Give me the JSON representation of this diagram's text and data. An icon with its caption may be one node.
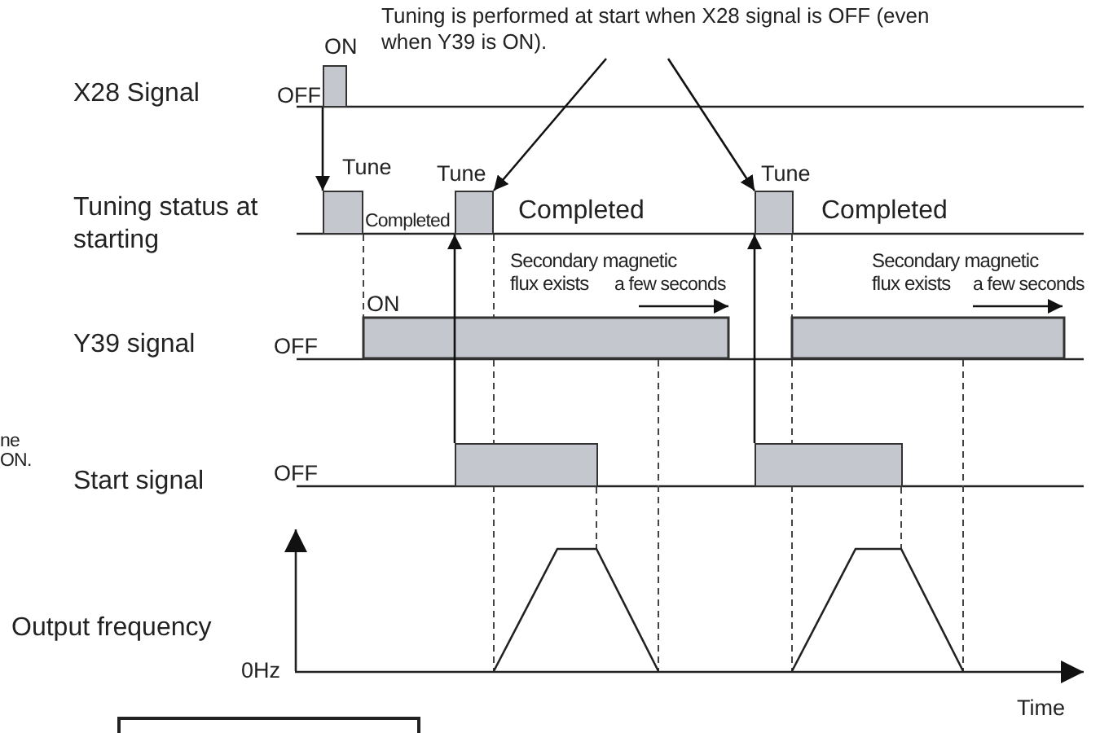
{
  "diagram": {
    "nodes": [
      {
        "text": [
          "Tuning is performed at start when X28 signal is OFF (even when Y39 is ON)."
        ]
      },
      {
        "text": [],
        "shape": "bar",
        "beside": [
          "ON"
        ]
      },
      {
        "text": [],
        "shape": "bar",
        "beside": [
          "Tune"
        ]
      },
      {
        "text": [],
        "shape": "bar",
        "beside": [
          "Tune"
        ]
      },
      {
        "text": [],
        "shape": "bar",
        "beside": [
          "Tune"
        ]
      },
      {
        "text": [],
        "shape": "bar"
      },
      {
        "text": [],
        "shape": "bar"
      }
    ],
    "edges": [
      {
        "from": 1,
        "to": 2,
        "arrow": "to"
      },
      {
        "from": 5,
        "to": 3,
        "arrow": "to"
      },
      {
        "from": 6,
        "to": 4,
        "arrow": "to"
      },
      {
        "from": 0,
        "to": 3,
        "arrow": "to"
      },
      {
        "from": 0,
        "to": 4,
        "arrow": "to"
      }
    ],
    "labels": [
      "X28 Signal",
      "OFF",
      "Completed",
      "Completed",
      "Completed",
      "Tuning status at starting",
      "Secondary magnetic flux exists",
      "a few seconds",
      "Secondary magnetic flux exists",
      "a few seconds",
      "ON",
      "Y39 signal",
      "OFF",
      "ne",
      "ON.",
      "Start signal",
      "OFF",
      "Output frequency",
      "0Hz",
      "Time"
    ]
  }
}
